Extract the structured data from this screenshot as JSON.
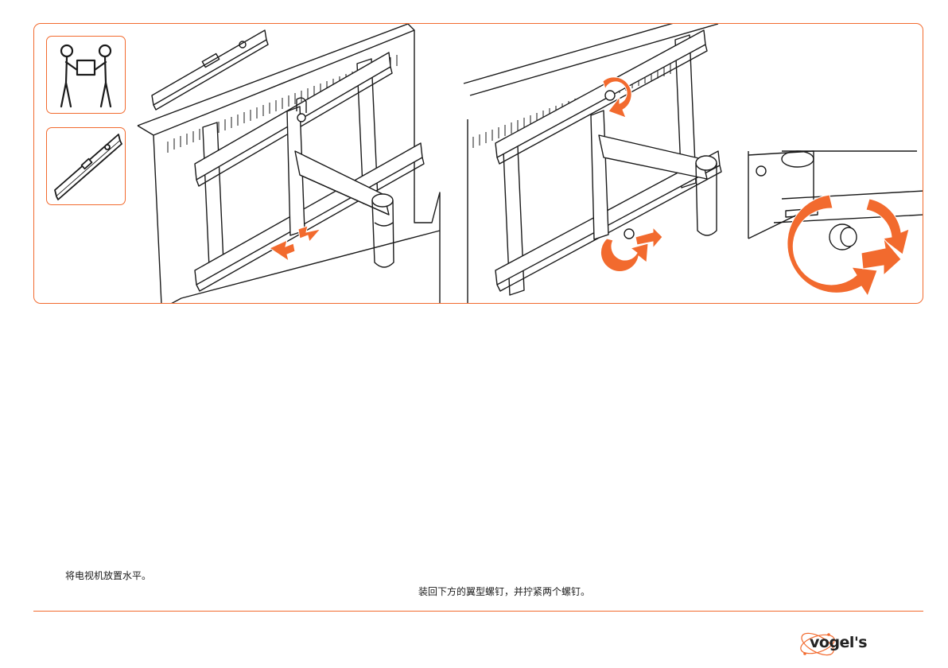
{
  "captions": {
    "left": "将电视机放置水平。",
    "right": "装回下方的翼型螺钉，并拧紧两个螺钉。"
  },
  "brand": {
    "logo": "vogel's"
  },
  "colors": {
    "accent": "#f26a2e",
    "line": "#1a1a1a"
  },
  "icons": [
    "two-people-carrying-icon",
    "spirit-level-icon"
  ]
}
